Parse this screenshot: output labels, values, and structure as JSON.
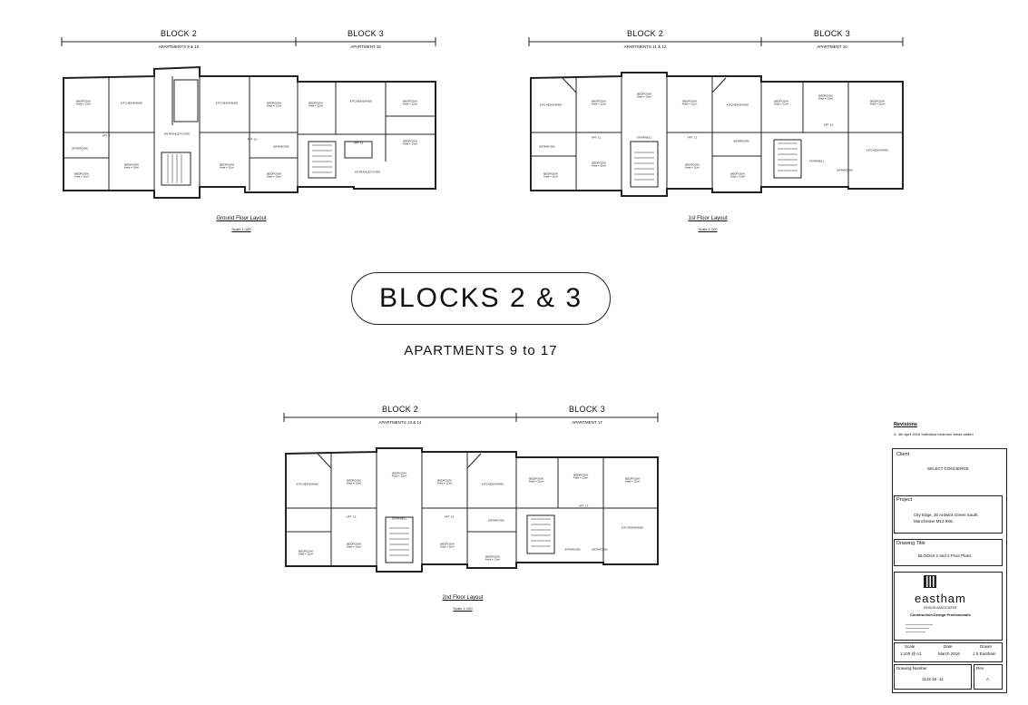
{
  "title": "BLOCKS 2 & 3",
  "subtitle": "APARTMENTS 9 to 17",
  "plans": [
    {
      "id": "ground",
      "title": "Ground Floor Layout",
      "scale": "Scale 1:100",
      "blocks": [
        {
          "name": "BLOCK 2",
          "apartments": "APARTMENTS 9 & 10"
        },
        {
          "name": "BLOCK 3",
          "apartments": "APARTMENT 15"
        }
      ],
      "rooms": [
        {
          "name": "BEDROOM",
          "area": "Area = 13m²"
        },
        {
          "name": "KITCHEN/DINING",
          "area": ""
        },
        {
          "name": "APT. 9",
          "area": ""
        },
        {
          "name": "BATHROOM",
          "area": ""
        },
        {
          "name": "BEDROOM",
          "area": "Area = 11m²"
        },
        {
          "name": "BEDROOM",
          "area": "Area = 10m²"
        },
        {
          "name": "ENTRANCE FOYER",
          "area": ""
        },
        {
          "name": "KITCHEN/DINING",
          "area": ""
        },
        {
          "name": "BEDROOM",
          "area": "Area = 12m²"
        },
        {
          "name": "APT. 10",
          "area": ""
        },
        {
          "name": "BATHROOM",
          "area": ""
        },
        {
          "name": "BEDROOM",
          "area": "Area = 11m²"
        },
        {
          "name": "BEDROOM",
          "area": "Area = 13m²"
        },
        {
          "name": "BEDROOM",
          "area": "Area = 12m²"
        },
        {
          "name": "KITCHEN/DINING",
          "area": ""
        },
        {
          "name": "BEDROOM",
          "area": "Area = 12m²"
        },
        {
          "name": "BEDROOM",
          "area": "Area = 13m²"
        },
        {
          "name": "APT. 15",
          "area": ""
        },
        {
          "name": "ENTRANCE FOYER",
          "area": ""
        }
      ]
    },
    {
      "id": "first",
      "title": "1st Floor Layout",
      "scale": "Scale 1:100",
      "blocks": [
        {
          "name": "BLOCK 2",
          "apartments": "APARTMENTS 11 & 12"
        },
        {
          "name": "BLOCK 3",
          "apartments": "APARTMENT 16"
        }
      ],
      "rooms": [
        {
          "name": "KITCHEN/DINING",
          "area": ""
        },
        {
          "name": "BEDROOM",
          "area": "Area = 12m²"
        },
        {
          "name": "BEDROOM",
          "area": "Area = 13m²"
        },
        {
          "name": "APT. 11",
          "area": ""
        },
        {
          "name": "BATHROOM",
          "area": ""
        },
        {
          "name": "BEDROOM",
          "area": "Area = 11m²"
        },
        {
          "name": "BEDROOM",
          "area": "Area = 10m²"
        },
        {
          "name": "STAIRWELL",
          "area": ""
        },
        {
          "name": "BEDROOM",
          "area": "Area = 12m²"
        },
        {
          "name": "KITCHEN/DINING",
          "area": ""
        },
        {
          "name": "APT. 12",
          "area": ""
        },
        {
          "name": "BATHROOM",
          "area": ""
        },
        {
          "name": "BEDROOM",
          "area": "Area = 11m²"
        },
        {
          "name": "BEDROOM",
          "area": "Area = 13m²"
        },
        {
          "name": "BEDROOM",
          "area": "Area = 12m²"
        },
        {
          "name": "BEDROOM",
          "area": "Area = 13m²"
        },
        {
          "name": "BEDROOM",
          "area": "Area = 12m²"
        },
        {
          "name": "APT. 16",
          "area": ""
        },
        {
          "name": "STAIRWELL",
          "area": ""
        },
        {
          "name": "KITCHEN/DINING",
          "area": ""
        },
        {
          "name": "BATHROOM",
          "area": ""
        }
      ]
    },
    {
      "id": "second",
      "title": "2nd Floor Layout",
      "scale": "Scale 1:100",
      "blocks": [
        {
          "name": "BLOCK 2",
          "apartments": "APARTMENTS 13 & 14"
        },
        {
          "name": "BLOCK 3",
          "apartments": "APARTMENT 17"
        }
      ],
      "rooms": [
        {
          "name": "KITCHEN/DINING",
          "area": ""
        },
        {
          "name": "BEDROOM",
          "area": "Area = 13m²"
        },
        {
          "name": "BEDROOM",
          "area": "Area = 12m²"
        },
        {
          "name": "APT. 13",
          "area": ""
        },
        {
          "name": "BEDROOM",
          "area": "Area = 11m²"
        },
        {
          "name": "BEDROOM",
          "area": "Area = 10m²"
        },
        {
          "name": "STAIRWELL",
          "area": ""
        },
        {
          "name": "BEDROOM",
          "area": "Area = 12m²"
        },
        {
          "name": "KITCHEN/DINING",
          "area": ""
        },
        {
          "name": "APT. 14",
          "area": ""
        },
        {
          "name": "BATHROOM",
          "area": ""
        },
        {
          "name": "BEDROOM",
          "area": "Area = 11m²"
        },
        {
          "name": "BEDROOM",
          "area": "Area = 13m²"
        },
        {
          "name": "BEDROOM",
          "area": "Area = 12m²"
        },
        {
          "name": "BEDROOM",
          "area": "Area = 13m²"
        },
        {
          "name": "BEDROOM",
          "area": "Area = 12m²"
        },
        {
          "name": "APT. 17",
          "area": ""
        },
        {
          "name": "KITCHEN/DINING",
          "area": ""
        },
        {
          "name": "BATHROOM",
          "area": ""
        },
        {
          "name": "BATHROOM",
          "area": ""
        }
      ]
    }
  ],
  "revisions": {
    "heading": "Revisions",
    "entry": "A. 4th April 2016 Individual bedroom areas added"
  },
  "title_block": {
    "client_label": "Client",
    "client": "SELECT CONCIERGE",
    "project_label": "Project",
    "project_line1": "City Edge, 30 Ardwick Green South,",
    "project_line2": "Manchester M13 9XE.",
    "drawing_title_label": "Drawing Title",
    "drawing_title": "BLOCKS 2 and 3 Floor Plans",
    "company": "eastham",
    "company_sub": "DESIGN ASSOCIATES",
    "company_tagline": "Construction Design Professionals",
    "scale_label": "Scale",
    "scale": "1:100 @ A1",
    "date_label": "Date",
    "date": "March 2016",
    "drawn_label": "Drawn",
    "drawn": "J S Eastham",
    "drawing_number_label": "Drawing Number",
    "drawing_number": "1143-16 -11",
    "rev_label": "Rev",
    "rev": "A"
  },
  "colors": {
    "line": "#222222",
    "background": "#ffffff"
  }
}
